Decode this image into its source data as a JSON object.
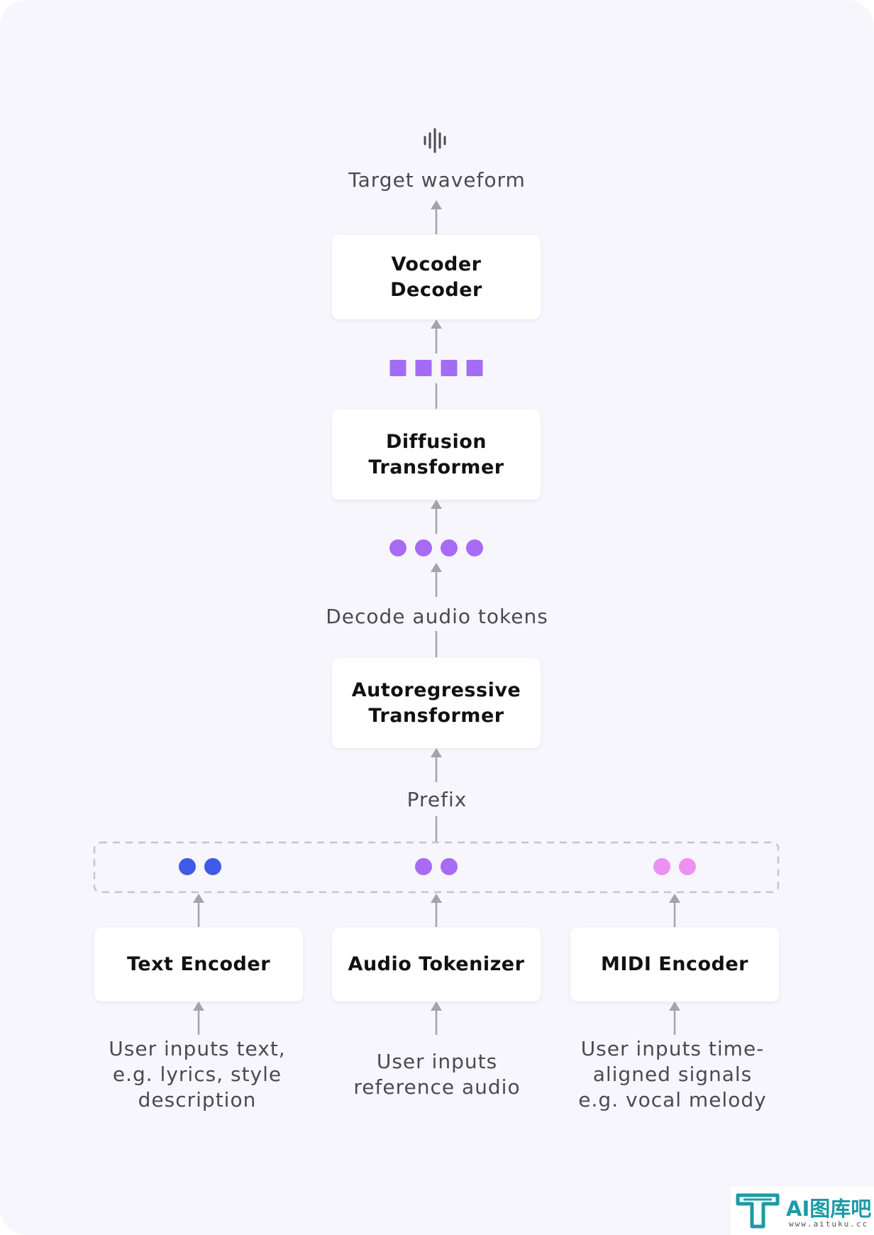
{
  "colors": {
    "background": "#f6f6fc",
    "box": "#ffffff",
    "arrow": "#a3a3a9",
    "text_token_blue": "#3f5be6",
    "audio_token_purple": "#a86bf5",
    "midi_token_pink": "#ee8ff3",
    "latent_square_purple": "#a46cf3",
    "watermark_teal": "#1d9aa6"
  },
  "output": {
    "icon": "waveform-icon",
    "label": "Target waveform"
  },
  "blocks": {
    "vocoder_decoder": "Vocoder\nDecoder",
    "diffusion_transformer": "Diffusion\nTransformer",
    "autoregressive_transformer": "Autoregressive\nTransformer",
    "text_encoder": "Text Encoder",
    "audio_tokenizer": "Audio Tokenizer",
    "midi_encoder": "MIDI Encoder"
  },
  "edge_labels": {
    "decode_audio_tokens": "Decode audio tokens",
    "prefix": "Prefix"
  },
  "inputs": {
    "text": "User inputs text,\ne.g. lyrics, style\ndescription",
    "audio": "User inputs\nreference audio",
    "midi": "User inputs time-\naligned signals\ne.g. vocal melody"
  },
  "tokens": {
    "latent_square_count": 4,
    "audio_token_count": 4,
    "text_prefix_count": 2,
    "audio_prefix_count": 2,
    "midi_prefix_count": 2
  },
  "watermark": {
    "text": "AI图库吧",
    "url": "www.aituku.cc"
  }
}
